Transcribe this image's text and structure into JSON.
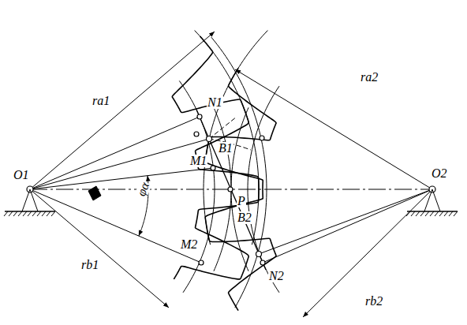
{
  "diagram": {
    "labels": [
      "ra1",
      "N1",
      "B1",
      "M1",
      "P",
      "O1",
      "O2",
      "ra2",
      "rb2",
      "B2",
      "N2",
      "M2",
      "rb1",
      "φα"
    ]
  }
}
